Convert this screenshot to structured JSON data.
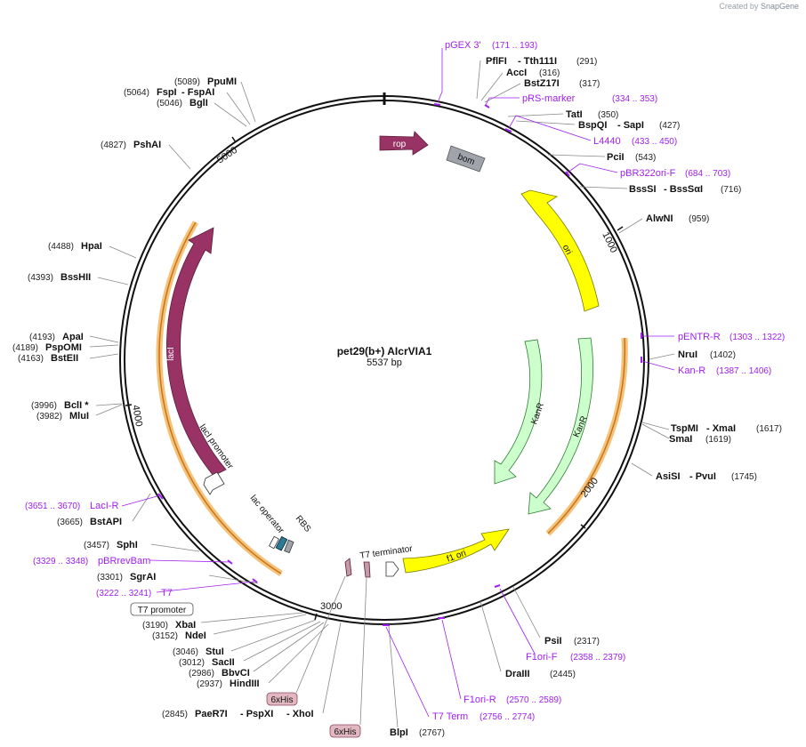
{
  "credit": {
    "created_by": "Created by",
    "brand": "SnapGene"
  },
  "plasmid": {
    "name": "pet29(b+) AIcrVIA1",
    "length_label": "5537 bp"
  },
  "ticks": [
    "1000",
    "2000",
    "3000",
    "4000",
    "5000"
  ],
  "features": {
    "rop": "rop",
    "bom": "bom",
    "ori": "ori",
    "kanr_inner": "KanR",
    "kanr_outer": "KanR",
    "f1ori": "f1 ori",
    "laci": "lacI",
    "laci_promoter": "lacI promoter",
    "lac_operator": "lac operator",
    "rbs": "RBS",
    "t7_terminator": "T7 terminator",
    "t7_promoter": "T7 promoter",
    "his1": "6xHis",
    "his2": "6xHis"
  },
  "enzymes": [
    {
      "name": "PflFI",
      "name2": "- Tth111I",
      "pos": "(291)"
    },
    {
      "name": "AccI",
      "pos": "(316)"
    },
    {
      "name": "BstZ17I",
      "pos": "(317)"
    },
    {
      "name": "TatI",
      "pos": "(350)"
    },
    {
      "name": "BspQI",
      "name2": "- SapI",
      "pos": "(427)"
    },
    {
      "name": "PciI",
      "pos": "(543)"
    },
    {
      "name": "BssSI",
      "name2": "- BssSαI",
      "pos": "(716)"
    },
    {
      "name": "AlwNI",
      "pos": "(959)"
    },
    {
      "name": "NruI",
      "pos": "(1402)"
    },
    {
      "name": "TspMI",
      "name2": "- XmaI",
      "pos": "(1617)"
    },
    {
      "name": "SmaI",
      "pos": "(1619)"
    },
    {
      "name": "AsiSI",
      "name2": "- PvuI",
      "pos": "(1745)"
    },
    {
      "name": "PsiI",
      "pos": "(2317)"
    },
    {
      "name": "DraIII",
      "pos": "(2445)"
    },
    {
      "name": "BlpI",
      "pos": "(2767)"
    },
    {
      "name": "PaeR7I",
      "name2": "- PspXI",
      "name3": "- XhoI",
      "pos": "(2845)"
    },
    {
      "name": "HindIII",
      "pos": "(2937)"
    },
    {
      "name": "BbvCI",
      "pos": "(2986)"
    },
    {
      "name": "SacII",
      "pos": "(3012)"
    },
    {
      "name": "StuI",
      "pos": "(3046)"
    },
    {
      "name": "NdeI",
      "pos": "(3152)"
    },
    {
      "name": "XbaI",
      "pos": "(3190)"
    },
    {
      "name": "SgrAI",
      "pos": "(3301)"
    },
    {
      "name": "SphI",
      "pos": "(3457)"
    },
    {
      "name": "BstAPI",
      "pos": "(3665)"
    },
    {
      "name": "MluI",
      "pos": "(3982)"
    },
    {
      "name": "BclI *",
      "pos": "(3996)"
    },
    {
      "name": "BstEII",
      "pos": "(4163)"
    },
    {
      "name": "PspOMI",
      "pos": "(4189)"
    },
    {
      "name": "ApaI",
      "pos": "(4193)"
    },
    {
      "name": "BssHII",
      "pos": "(4393)"
    },
    {
      "name": "HpaI",
      "pos": "(4488)"
    },
    {
      "name": "PshAI",
      "pos": "(4827)"
    },
    {
      "name": "BglI",
      "pos": "(5046)"
    },
    {
      "name": "FspI",
      "name2": "- FspAI",
      "pos": "(5064)"
    },
    {
      "name": "PpuMI",
      "pos": "(5089)"
    }
  ],
  "primers": [
    {
      "name": "pGEX 3'",
      "range": "(171 .. 193)"
    },
    {
      "name": "pRS-marker",
      "range": "(334 .. 353)"
    },
    {
      "name": "L4440",
      "range": "(433 .. 450)"
    },
    {
      "name": "pBR322ori-F",
      "range": "(684 .. 703)"
    },
    {
      "name": "pENTR-R",
      "range": "(1303 .. 1322)"
    },
    {
      "name": "Kan-R",
      "range": "(1387 .. 1406)"
    },
    {
      "name": "F1ori-F",
      "range": "(2358 .. 2379)"
    },
    {
      "name": "F1ori-R",
      "range": "(2570 .. 2589)"
    },
    {
      "name": "T7 Term",
      "range": "(2756 .. 2774)"
    },
    {
      "name": "T7",
      "range": "(3222 .. 3241)"
    },
    {
      "name": "pBRrevBam",
      "range": "(3329 .. 3348)"
    },
    {
      "name": "LacI-R",
      "range": "(3651 .. 3670)"
    }
  ],
  "colors": {
    "backbone": "#111111",
    "rop": "#993366",
    "laci": "#993366",
    "ori": "#ffff00",
    "kanr": "#ccffcc",
    "bom": "#a0a4aa",
    "primer": "#a020f0",
    "orf": "#f5c27a",
    "orf_dark": "#c8741a"
  }
}
